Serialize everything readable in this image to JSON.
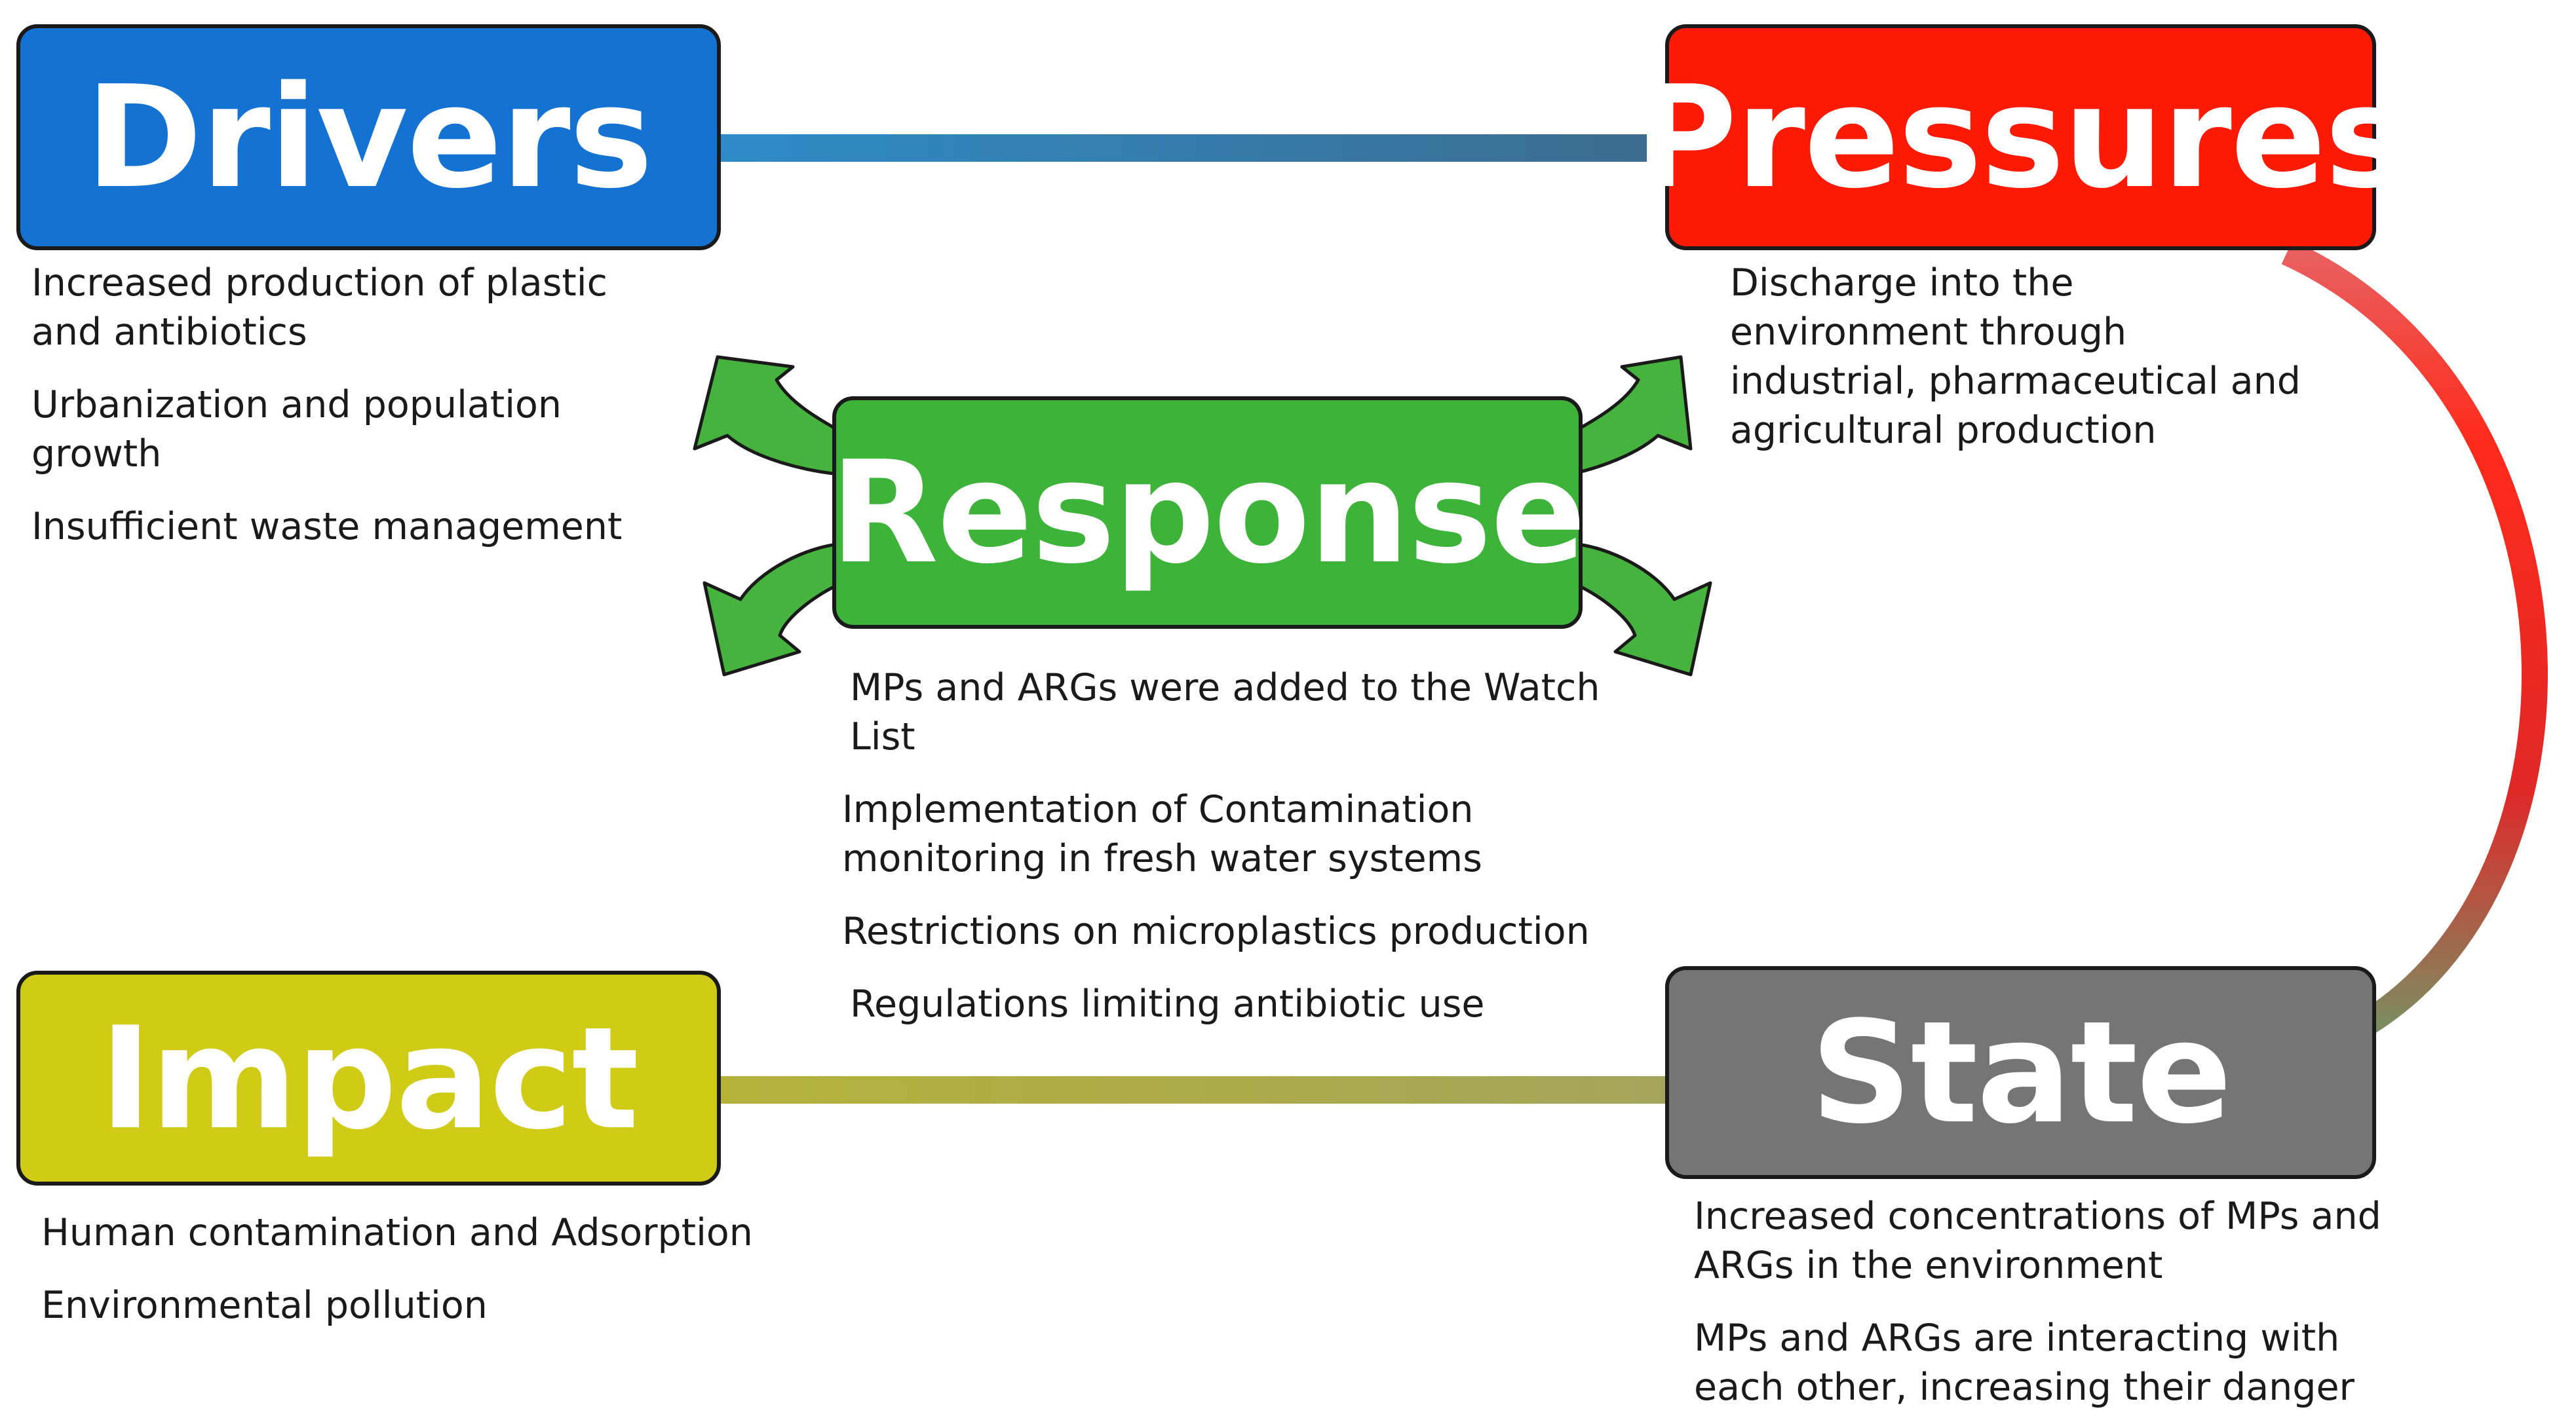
{
  "colors": {
    "drivers": "#1472D2",
    "pressures": "#FF1A06",
    "response": "#3DB33A",
    "impact": "#CFCB16",
    "state": "#757575",
    "outline": "#1a1a1a"
  },
  "drivers": {
    "title": "Drivers",
    "items": [
      "Increased production of plastic and antibiotics",
      "Urbanization and population growth",
      "Insufficient waste management"
    ]
  },
  "pressures": {
    "title": "Pressures",
    "items": [
      "Discharge into the environment through industrial, pharmaceutical and agricultural production"
    ]
  },
  "response": {
    "title": "Response",
    "items": [
      "MPs and ARGs were added to the Watch List",
      "Implementation of Contamination monitoring in fresh water systems",
      "Restrictions on microplastics production",
      "Regulations limiting antibiotic use"
    ]
  },
  "impact": {
    "title": "Impact",
    "items": [
      "Human contamination and Adsorption",
      "Environmental pollution"
    ]
  },
  "state": {
    "title": "State",
    "items": [
      "Increased concentrations of MPs and ARGs in the environment",
      "MPs and ARGs are interacting with each other, increasing their danger"
    ]
  }
}
